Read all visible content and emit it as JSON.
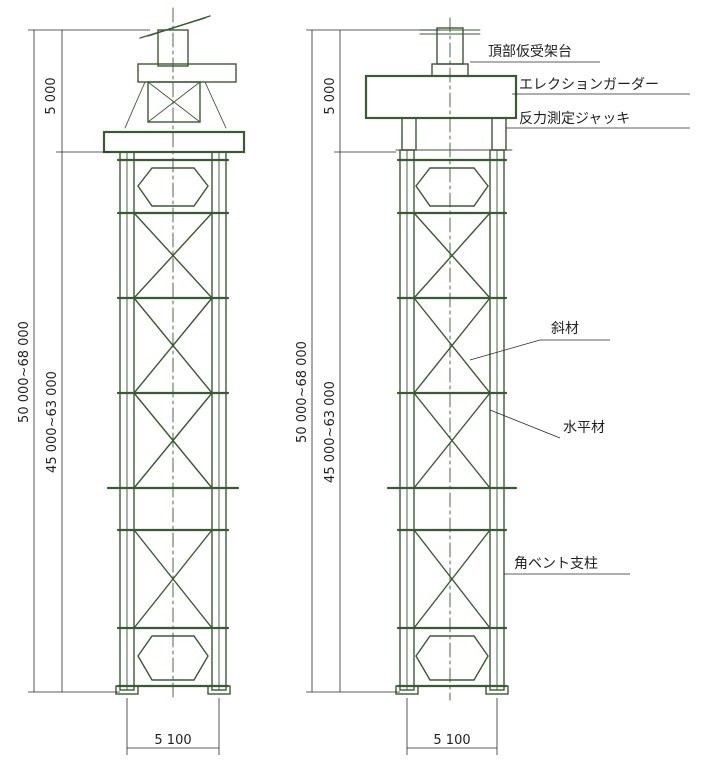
{
  "left_tower": {
    "dim_top": "5 000",
    "dim_total": "50 000~68 000",
    "dim_shaft": "45 000~63 000",
    "dim_width": "5 100"
  },
  "right_tower": {
    "dim_top": "5 000",
    "dim_total": "50 000~68 000",
    "dim_shaft": "45 000~63 000",
    "dim_width": "5 100"
  },
  "labels": {
    "top_support": "頂部仮受架台",
    "erection_girder": "エレクションガーダー",
    "reaction_jack": "反力測定ジャッキ",
    "diagonal": "斜材",
    "horizontal": "水平材",
    "column": "角ベント支柱"
  },
  "colors": {
    "line": "#3a5a34",
    "dimension": "#2a2a2a"
  }
}
